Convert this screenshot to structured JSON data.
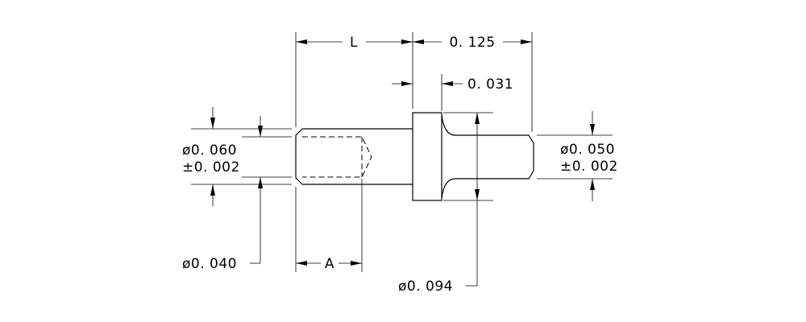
{
  "drawing": {
    "dim_L": "L",
    "dim_shoulder_length": "0. 125",
    "dim_head_thickness": "0. 031",
    "dim_left_diameter_line1": "ø0. 060",
    "dim_left_diameter_line2": "±0. 002",
    "dim_right_diameter_line1": "ø0. 050",
    "dim_right_diameter_line2": "±0. 002",
    "dim_hole_diameter": "ø0. 040",
    "dim_A": "A",
    "dim_head_diameter": "ø0. 094"
  }
}
